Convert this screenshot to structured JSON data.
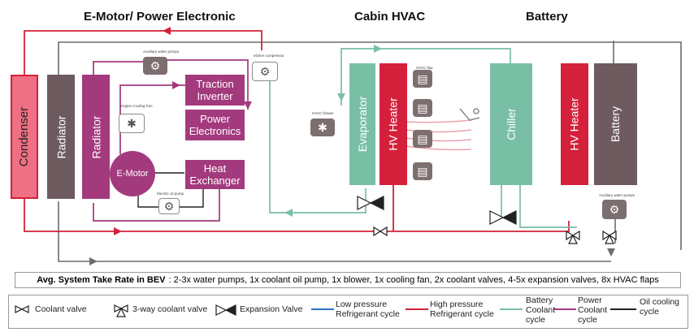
{
  "headers": {
    "emotor_section": "E-Motor/ Power Electronic",
    "cabin_section": "Cabin HVAC",
    "battery_section": "Battery"
  },
  "components": {
    "condenser": "Condenser",
    "radiator_1": "Radiator",
    "radiator_2": "Radiator",
    "traction_inverter": "Traction Inverter",
    "power_electronics": "Power Electronics",
    "emotor": "E-Motor",
    "heat_exchanger": "Heat Exchanger",
    "evaporator": "Evaporator",
    "hv_heater_cabin": "HV Heater",
    "chiller": "Chiller",
    "hv_heater_battery": "HV Heater",
    "battery": "Battery"
  },
  "icon_labels": {
    "aux_pump_top": "Auxiliary water pumps",
    "cooling_fan": "Engine Cooling Fan",
    "compressor": "eDrive compressor",
    "oil_pump": "Electric oil pump",
    "blower": "HVAC blower",
    "hvac_flap": "HVAC flap",
    "aux_pump_battery": "Auxiliary water pumps"
  },
  "take_rate": {
    "label": "Avg. System Take Rate in BEV",
    "text": ": 2-3x water pumps, 1x coolant oil pump, 1x blower, 1x cooling fan, 2x coolant valves, 4-5x expansion valves, 8x HVAC flaps"
  },
  "legend": {
    "coolant_valve": "Coolant valve",
    "three_way_valve": "3-way coolant valve",
    "expansion_valve": "Expansion Valve",
    "low_pressure": "Low pressure Refrigerant cycle",
    "high_pressure": "High pressure Refrigerant cycle",
    "battery_coolant": "Battery Coolant cycle",
    "power_coolant": "Power Coolant cycle",
    "oil_cooling": "Oil cooling cycle"
  },
  "colors": {
    "red_high_pressure": "#d4203a",
    "blue_low_pressure": "#2f6fc8",
    "teal_battery": "#79bfa6",
    "magenta_power": "#a33a7d",
    "gray_oil": "#6d6d6d",
    "radiator_dark": "#6e5b5f",
    "condenser_pink": "#ef6f84"
  }
}
